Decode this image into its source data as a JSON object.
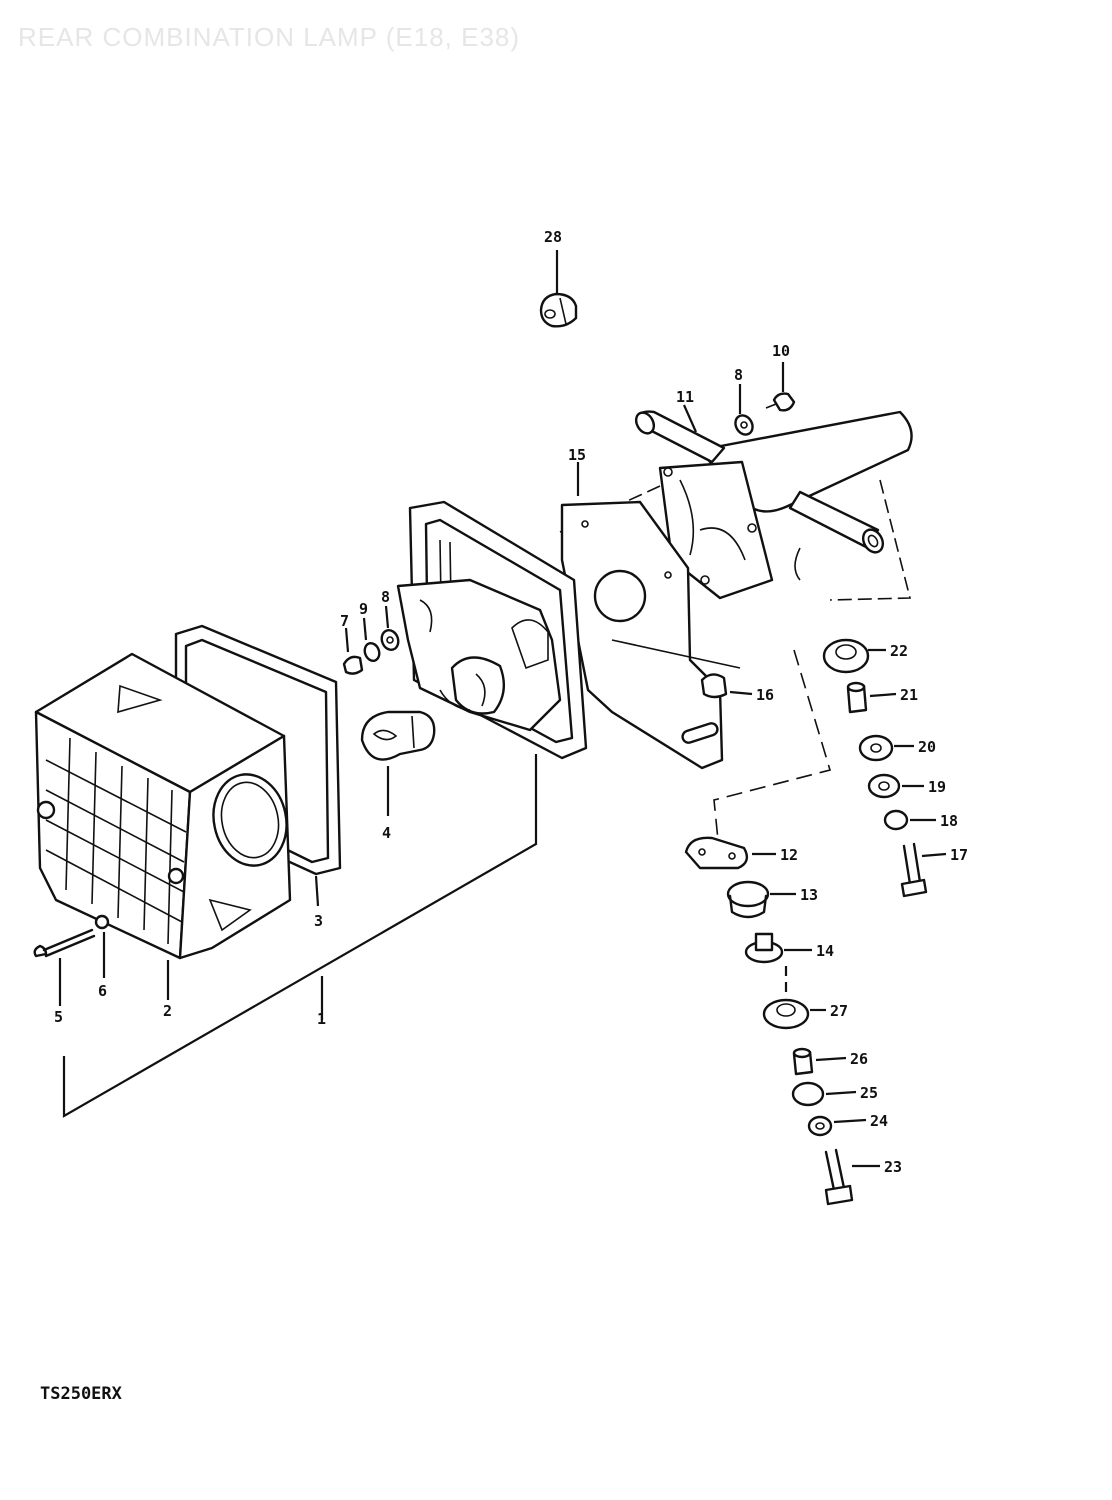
{
  "header": {
    "title": "REAR COMBINATION LAMP (E18, E38)"
  },
  "footer": {
    "model": "TS250ERX"
  },
  "parts": [
    {
      "id": "part-28",
      "label": "28"
    },
    {
      "id": "part-10",
      "label": "10"
    },
    {
      "id": "part-8a",
      "label": "8"
    },
    {
      "id": "part-11",
      "label": "11"
    },
    {
      "id": "part-15",
      "label": "15"
    },
    {
      "id": "part-8b",
      "label": "8"
    },
    {
      "id": "part-9",
      "label": "9"
    },
    {
      "id": "part-7",
      "label": "7"
    },
    {
      "id": "part-22",
      "label": "22"
    },
    {
      "id": "part-21",
      "label": "21"
    },
    {
      "id": "part-16",
      "label": "16"
    },
    {
      "id": "part-20",
      "label": "20"
    },
    {
      "id": "part-19",
      "label": "19"
    },
    {
      "id": "part-18",
      "label": "18"
    },
    {
      "id": "part-12",
      "label": "12"
    },
    {
      "id": "part-17",
      "label": "17"
    },
    {
      "id": "part-4",
      "label": "4"
    },
    {
      "id": "part-13",
      "label": "13"
    },
    {
      "id": "part-3",
      "label": "3"
    },
    {
      "id": "part-14",
      "label": "14"
    },
    {
      "id": "part-5",
      "label": "5"
    },
    {
      "id": "part-6",
      "label": "6"
    },
    {
      "id": "part-2",
      "label": "2"
    },
    {
      "id": "part-1",
      "label": "1"
    },
    {
      "id": "part-27",
      "label": "27"
    },
    {
      "id": "part-26",
      "label": "26"
    },
    {
      "id": "part-25",
      "label": "25"
    },
    {
      "id": "part-24",
      "label": "24"
    },
    {
      "id": "part-23",
      "label": "23"
    }
  ]
}
